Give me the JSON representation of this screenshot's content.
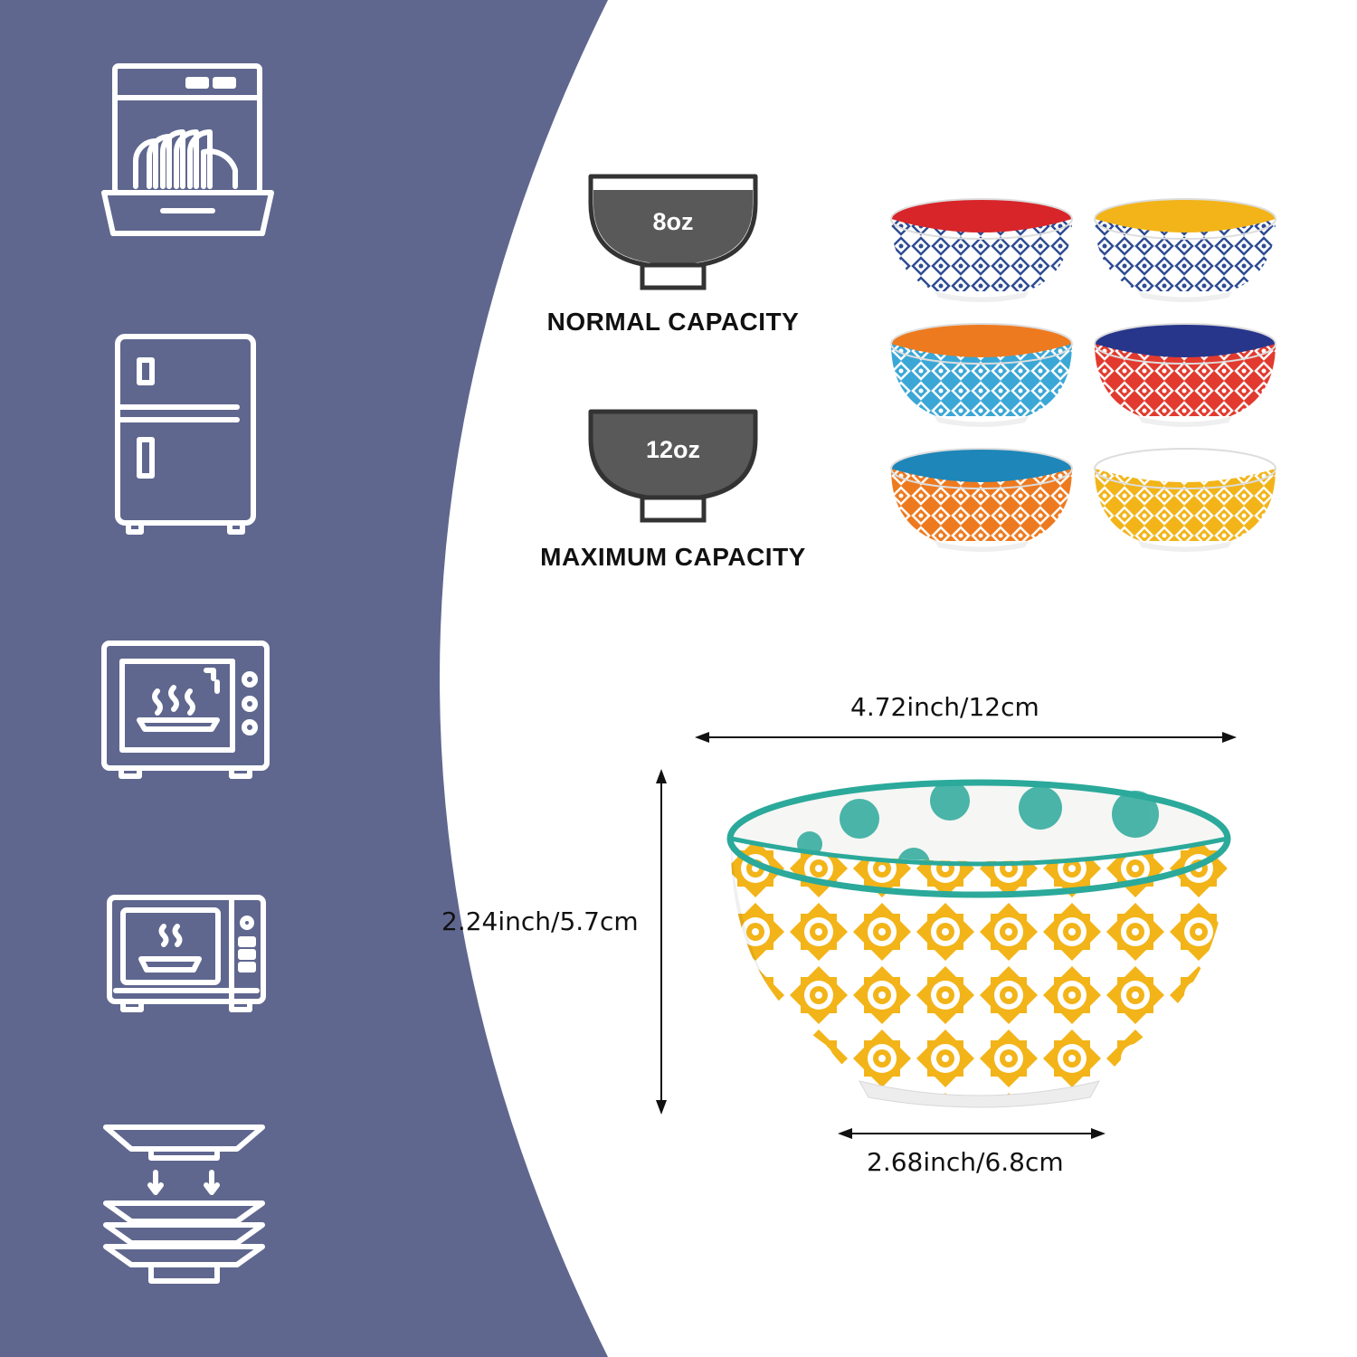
{
  "colors": {
    "panel": "#5F678F",
    "icon_stroke": "#ffffff",
    "gauge_fill": "#595959",
    "gauge_stroke": "#333333",
    "bowl_yellow": "#F2B418",
    "bowl_teal": "#2BA99A",
    "text": "#111111"
  },
  "features": [
    {
      "id": "dishwasher",
      "icon": "dishwasher-icon"
    },
    {
      "id": "refrigerator",
      "icon": "refrigerator-icon"
    },
    {
      "id": "oven",
      "icon": "oven-icon"
    },
    {
      "id": "microwave",
      "icon": "microwave-icon"
    },
    {
      "id": "stackable",
      "icon": "stacking-plates-icon"
    }
  ],
  "capacity": {
    "normal": {
      "value": "8oz",
      "label": "NORMAL CAPACITY",
      "fill_fraction": 0.8
    },
    "maximum": {
      "value": "12oz",
      "label": "MAXIMUM CAPACITY",
      "fill_fraction": 1.0
    }
  },
  "set": {
    "count": 6,
    "bowls": [
      {
        "inner": "#D8252A",
        "outer": "#ffffff",
        "pattern": "#2E4C93"
      },
      {
        "inner": "#F2B418",
        "outer": "#ffffff",
        "pattern": "#2E4C93"
      },
      {
        "inner": "#EE7A1F",
        "outer": "#3BA7D6",
        "pattern": "#ffffff"
      },
      {
        "inner": "#27368A",
        "outer": "#E23A2E",
        "pattern": "#ffffff"
      },
      {
        "inner": "#1E86B8",
        "outer": "#EE7A1F",
        "pattern": "#ffffff"
      },
      {
        "inner": "#ffffff",
        "outer": "#F2B418",
        "pattern": "#ffffff"
      }
    ]
  },
  "dimensions": {
    "diameter": "4.72inch/12cm",
    "height": "2.24inch/5.7cm",
    "base": "2.68inch/6.8cm"
  }
}
